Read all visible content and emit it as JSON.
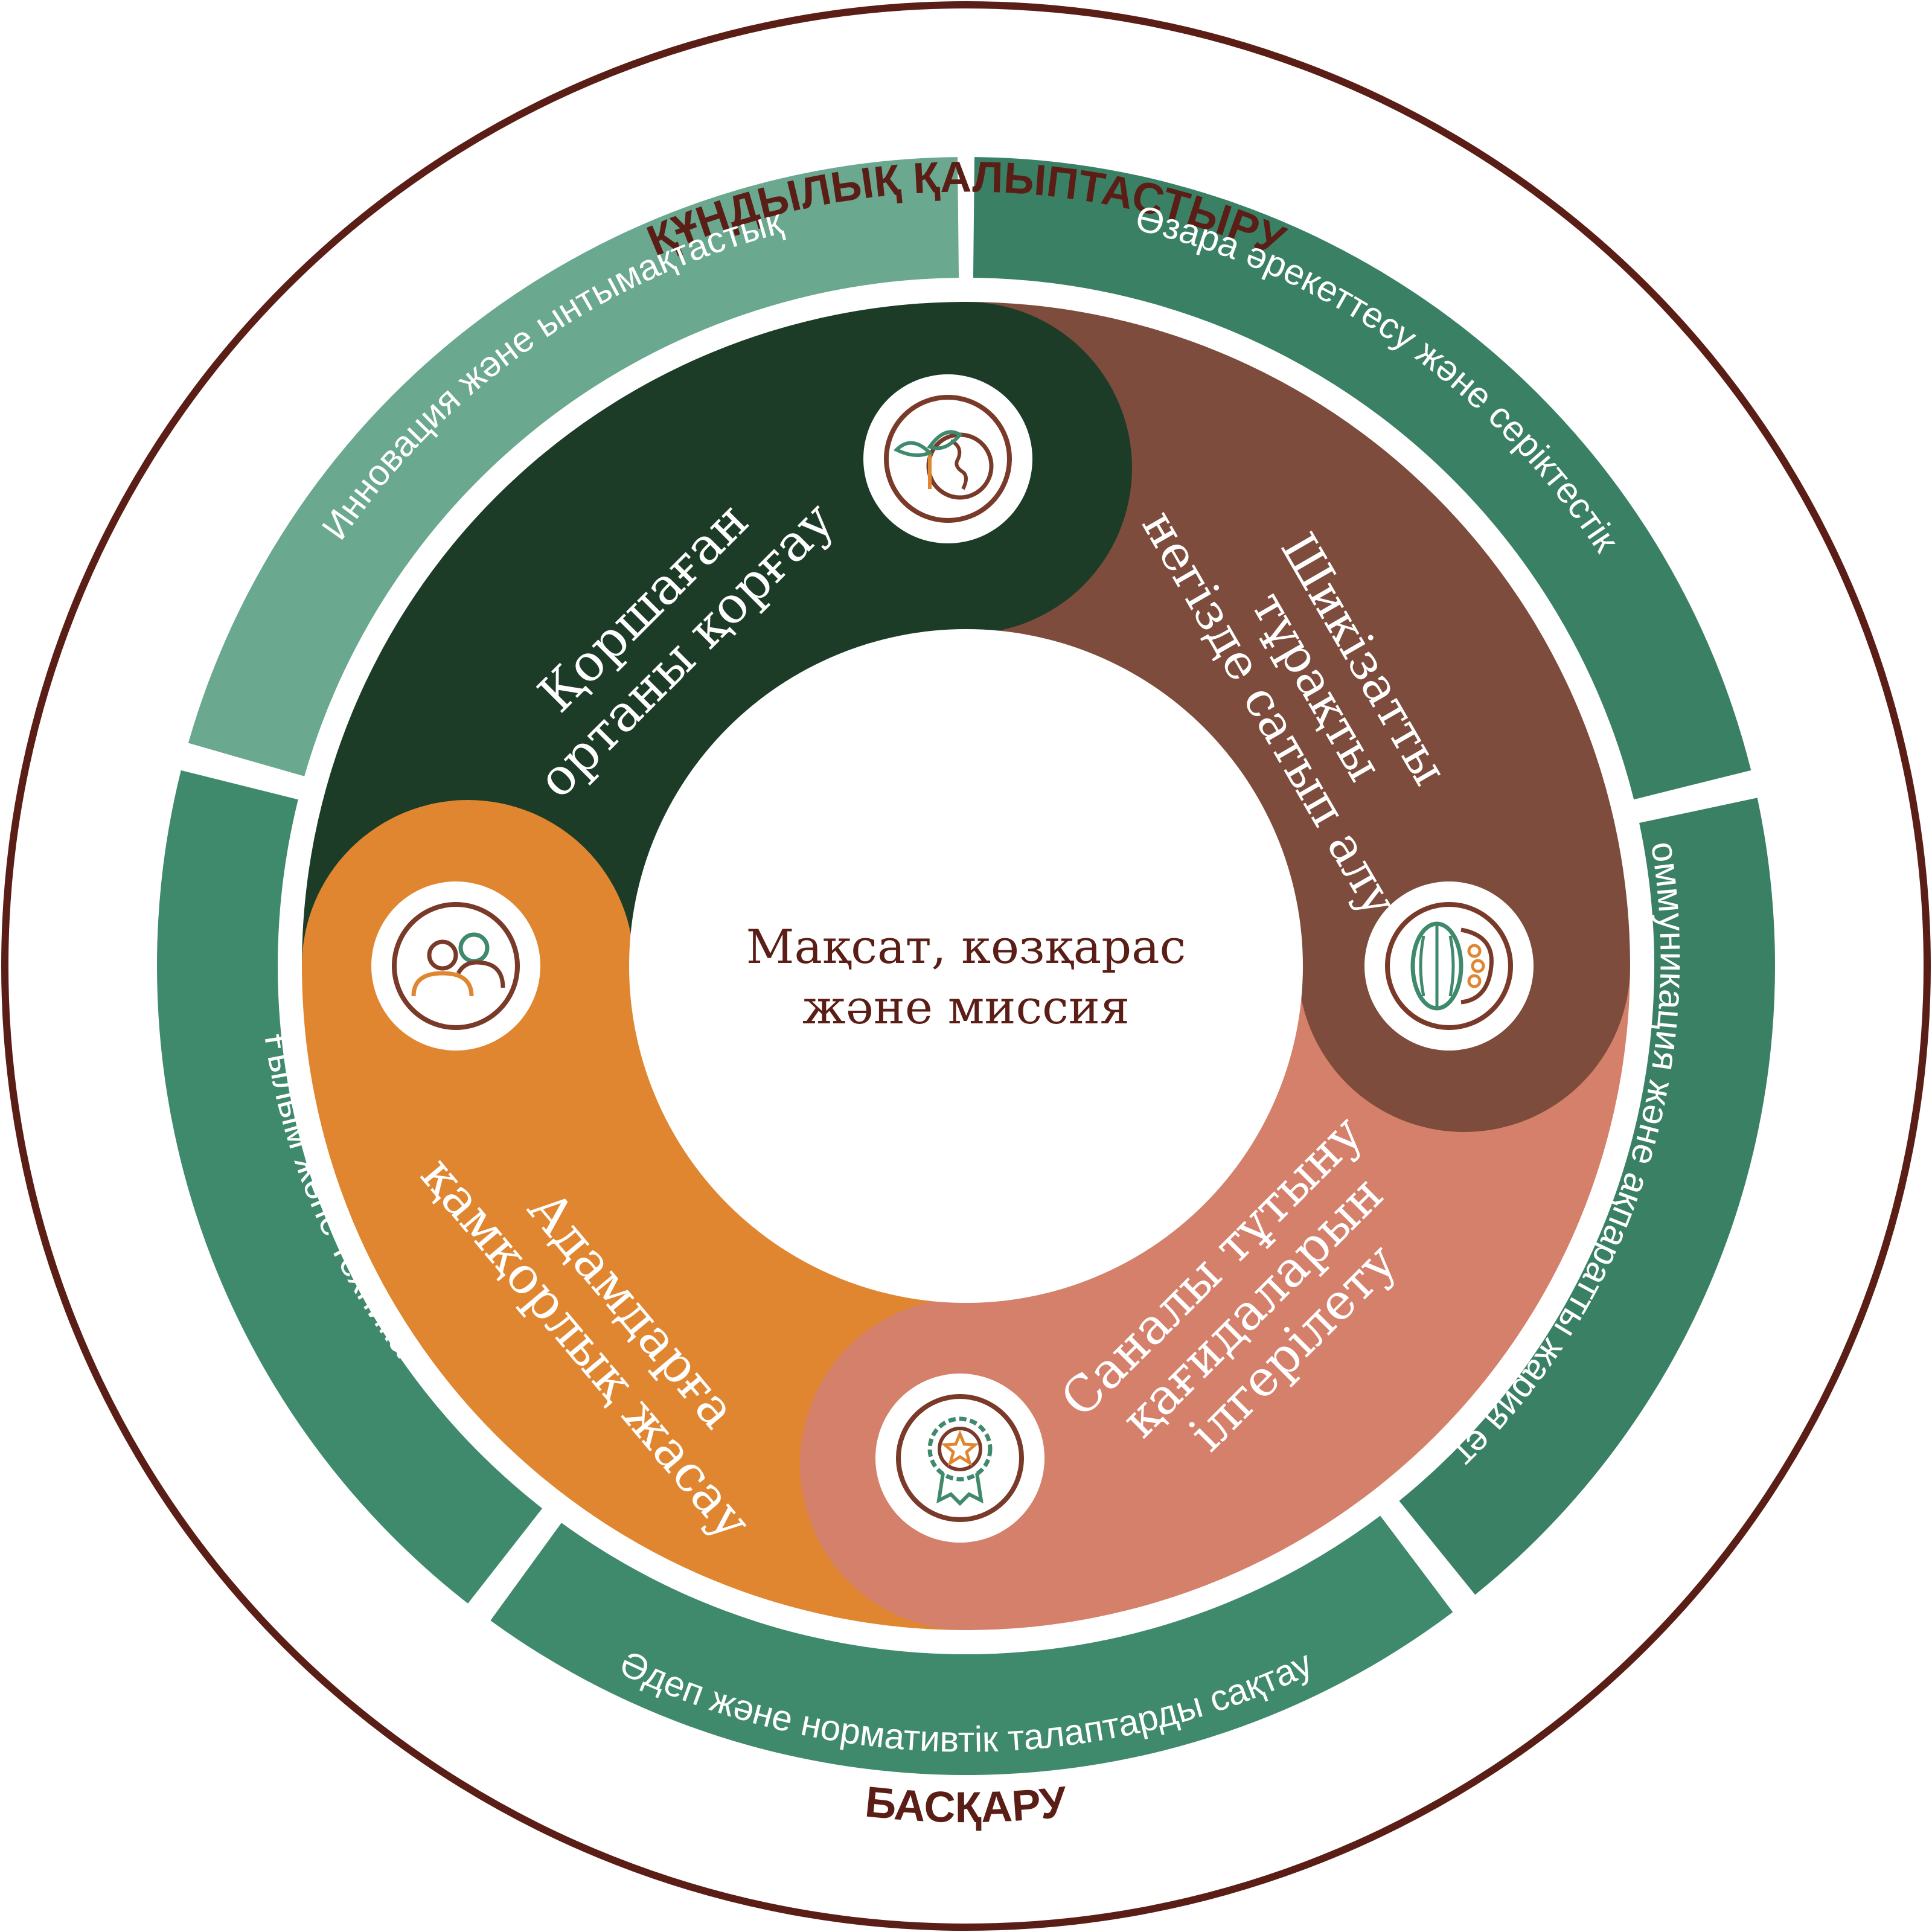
{
  "outer_labels": {
    "top": "ҚҰНДЫЛЫҚ ҚАЛЫПТАСТЫРУ",
    "bottom": "БАСҚАРУ"
  },
  "green_ring": [
    "Инновация және ынтымақтастық",
    "Өзара әрекеттесу және серіктестік",
    "Коммуникация және ақпаратты жария ету",
    "Әдеп және нормативтік талаптарды сақтау",
    "Ғылым және техника"
  ],
  "pillars": {
    "environment": {
      "line1": "Қоршаған",
      "line2": "ортаны қорғау",
      "icon": "plant-globe-icon"
    },
    "sourcing": {
      "line1": "Шикізатты",
      "line2": "тұрақты",
      "line3": "негізде сатып алу",
      "icon": "cocoa-pod-icon"
    },
    "consumption": {
      "line1": "Саналы тұтыну",
      "line2": "қағидаларын",
      "line3": "ілгерілету",
      "icon": "award-star-icon"
    },
    "people": {
      "line1": "Адамдарға",
      "line2": "қамқорлық жасау",
      "icon": "people-icon"
    }
  },
  "center": {
    "line1": "Мақсат, көзқарас",
    "line2": "және миссия"
  },
  "colors": {
    "outer_stroke": "#5a1e16",
    "label_text": "#5a1e16",
    "green_light": "#6aa88f",
    "green_mid": "#3f8a6c",
    "green_dark_teal": "#3a8065",
    "pillar_dark_green": "#1c3c28",
    "pillar_brown": "#7e4c3c",
    "pillar_salmon": "#d4806b",
    "pillar_orange": "#e08630",
    "icon_stroke": "#7a3a2a",
    "icon_accent_orange": "#e08630",
    "icon_accent_green": "#3f8a6c"
  }
}
